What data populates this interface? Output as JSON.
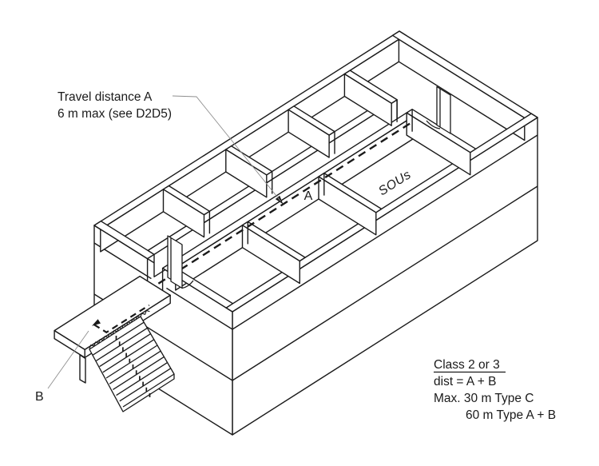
{
  "diagram": {
    "annotation_travel": {
      "line1": "Travel distance A",
      "line2": "6 m max (see D2D5)"
    },
    "label_a": "A",
    "label_b": "B",
    "label_sous": "SOUs",
    "note": {
      "title": "Class 2 or 3",
      "line1": "dist = A + B",
      "line2": "Max. 30 m Type C",
      "line3": "60 m Type A + B"
    },
    "colors": {
      "line": "#1a1a1a",
      "leader": "#8f8f8f",
      "background": "#ffffff",
      "text": "#1a1a1a"
    }
  }
}
